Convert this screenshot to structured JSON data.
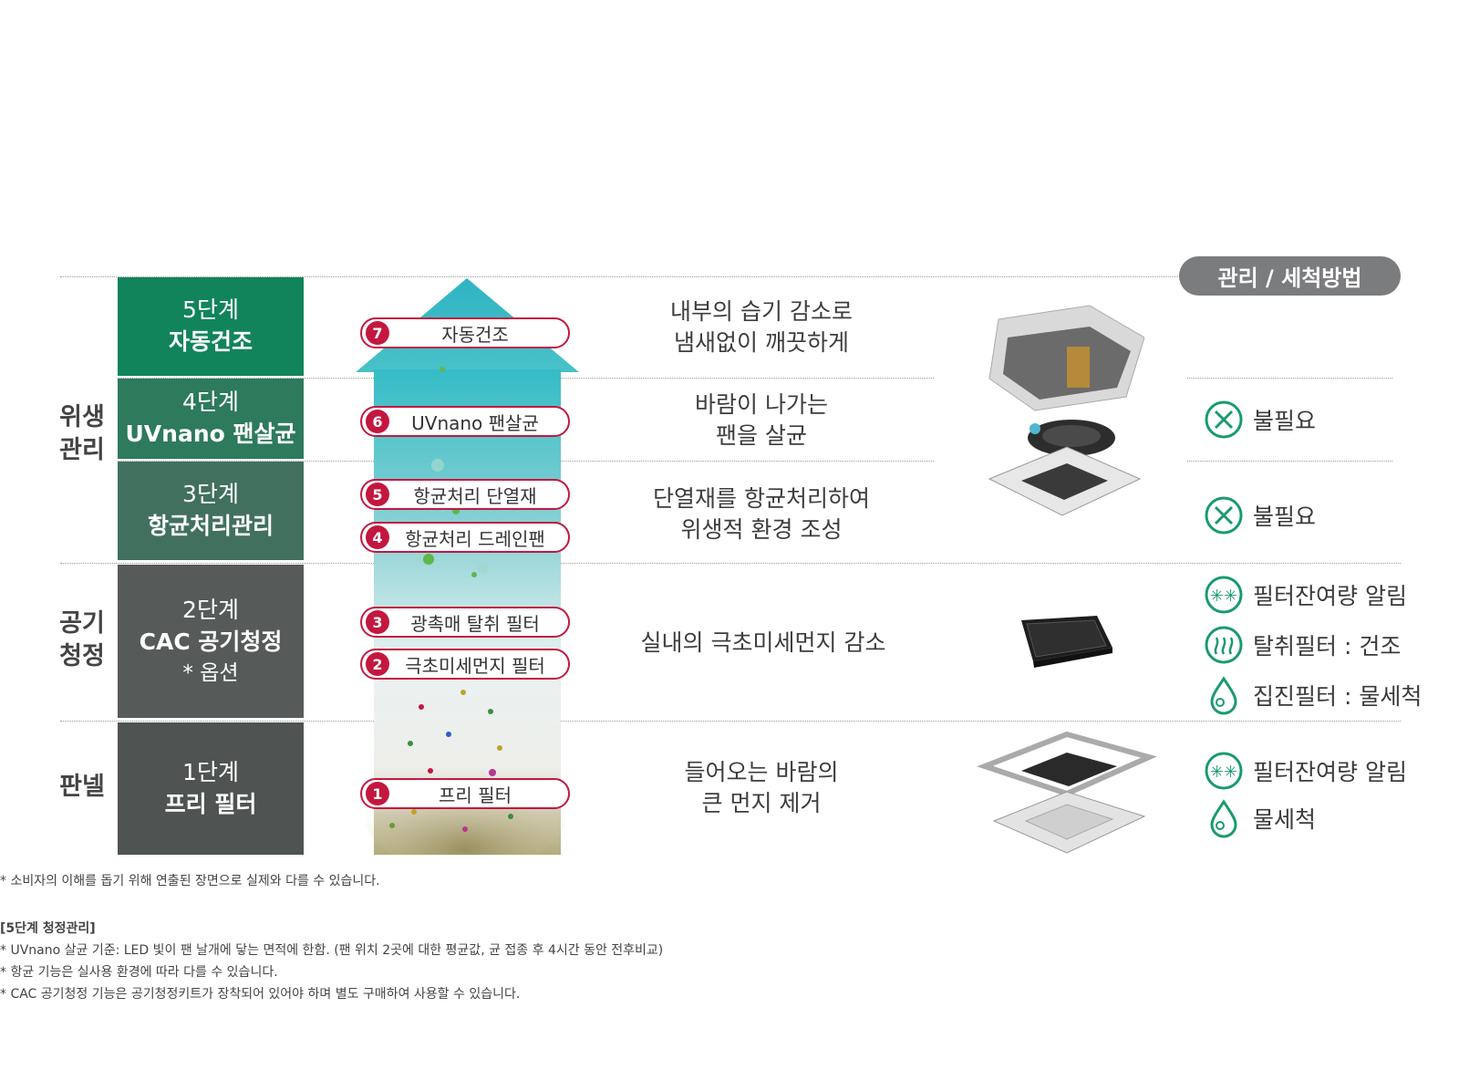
{
  "header": {
    "label": "관리 / 세척방법"
  },
  "categories": [
    {
      "lines": [
        "위생",
        "관리"
      ]
    },
    {
      "lines": [
        "공기",
        "청정"
      ]
    },
    {
      "lines": [
        "판넬"
      ]
    }
  ],
  "stages": [
    {
      "num": "5단계",
      "name": "자동건조",
      "color": "#11845b"
    },
    {
      "num": "4단계",
      "name": "UVnano 팬살균",
      "color": "#2d7a5c"
    },
    {
      "num": "3단계",
      "name": "항균처리관리",
      "color": "#41705f"
    },
    {
      "num": "2단계",
      "name": "CAC 공기청정",
      "sub": "* 옵션",
      "color": "#565b5a"
    },
    {
      "num": "1단계",
      "name": "프리 필터",
      "color": "#4f5352"
    }
  ],
  "steps": [
    {
      "n": "7",
      "label": "자동건조"
    },
    {
      "n": "6",
      "label": "UVnano 팬살균"
    },
    {
      "n": "5",
      "label": "항균처리 단열재"
    },
    {
      "n": "4",
      "label": "항균처리 드레인팬"
    },
    {
      "n": "3",
      "label": "광촉매 탈취 필터"
    },
    {
      "n": "2",
      "label": "극초미세먼지 필터"
    },
    {
      "n": "1",
      "label": "프리 필터"
    }
  ],
  "descriptions": [
    {
      "lines": [
        "내부의 습기 감소로",
        "냄새없이 깨끗하게"
      ]
    },
    {
      "lines": [
        "바람이 나가는",
        "팬을 살균"
      ]
    },
    {
      "lines": [
        "단열재를 항균처리하여",
        "위생적 환경 조성"
      ]
    },
    {
      "lines": [
        "실내의 극초미세먼지 감소"
      ]
    },
    {
      "lines": [
        "들어오는 바람의",
        "큰 먼지 제거"
      ]
    }
  ],
  "management": [
    {
      "icon": "x-circle-icon",
      "label": "불필요"
    },
    {
      "icon": "x-circle-icon",
      "label": "불필요"
    },
    {
      "icon": "filter-alert-icon",
      "label": "필터잔여량 알림"
    },
    {
      "icon": "deodorize-icon",
      "label": "탈취필터 : 건조"
    },
    {
      "icon": "water-drop-icon",
      "label": "집진필터 : 물세척"
    },
    {
      "icon": "filter-alert-icon",
      "label": "필터잔여량 알림"
    },
    {
      "icon": "water-drop-icon",
      "label": "물세척"
    }
  ],
  "notes": {
    "disclaimer": "* 소비자의 이해를 돕기 위해 연출된 장면으로 실제와 다를 수 있습니다.",
    "title": "[5단계 청정관리]",
    "lines": [
      "* UVnano 살균 기준: LED 빛이 팬 날개에 닿는 면적에 한함. (팬 위치 2곳에 대한 평균값, 균 접종 후 4시간 동안 전후비교)",
      "* 항균 기능은 실사용 환경에 따라 다를 수 있습니다.",
      "* CAC 공기청정 기능은 공기청정키트가 장착되어 있어야 하며 별도 구매하여 사용할 수 있습니다."
    ]
  },
  "colors": {
    "accent_red": "#c4173f",
    "icon_green": "#1a9a72",
    "pill_gray": "#7b7c7e"
  }
}
